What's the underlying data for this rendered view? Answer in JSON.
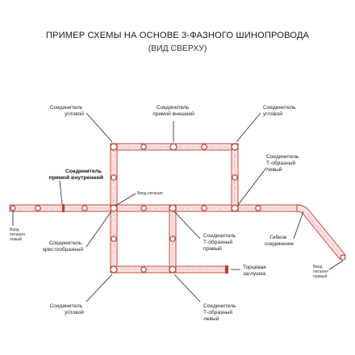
{
  "title": "ПРИМЕР СХЕМЫ НА ОСНОВЕ 3-ФАЗНОГО ШИНОПРОВОДА",
  "subtitle": "(ВИД СВЕРХУ)",
  "labels": {
    "corner_top_left": [
      "Соединитель",
      "угловой"
    ],
    "straight_external": [
      "Соединитель",
      "прямой внешний"
    ],
    "corner_top_right": [
      "Соединитель",
      "угловой"
    ],
    "t_left_upper": [
      "Соединитель",
      "Т-образный",
      "левый"
    ],
    "straight_internal": [
      "Соединитель",
      "прямой внутренний"
    ],
    "power_input_top": "Ввод питания",
    "power_input_left": [
      "Ввод",
      "питания",
      "левый"
    ],
    "cross": [
      "Соединитель",
      "крестообразный"
    ],
    "t_right": [
      "Соединитель",
      "Т-образный",
      "правый"
    ],
    "flexible": [
      "Гибкое",
      "соединение"
    ],
    "power_input_right": [
      "Ввод",
      "питания",
      "правый"
    ],
    "end_cap": [
      "Торцевая",
      "заглушка"
    ],
    "corner_bottom": [
      "Соединитель",
      "угловой"
    ],
    "t_left_lower": [
      "Соединитель",
      "Т-образный",
      "левый"
    ]
  },
  "colors": {
    "rail": "#c0392b",
    "rail_fill": "#fbe2e2",
    "text": "#222222"
  }
}
